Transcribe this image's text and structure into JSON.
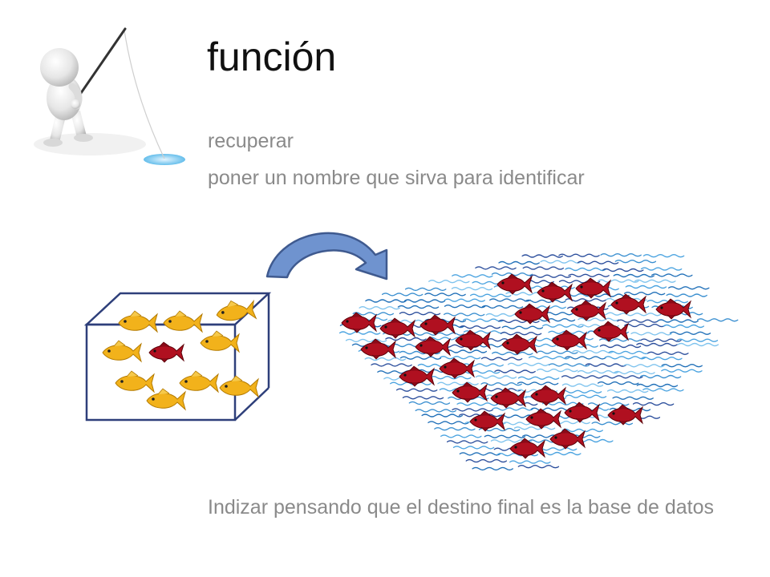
{
  "slide": {
    "title": "función",
    "subtitle_lines": [
      "recuperar",
      "poner un nombre que sirva para identificar"
    ],
    "bottom_text": "Indizar pensando que el destino final es la base de datos"
  },
  "colors": {
    "title": "#111111",
    "body_text": "#8a8a8a",
    "box_stroke": "#2e3f7a",
    "arrow_fill": "#6f93cf",
    "arrow_stroke": "#3f5a8f",
    "gold_fish": "#f2b21b",
    "red_fish": "#b01020",
    "water": "#3a8fd0"
  },
  "icons": [
    "fisherman-figure-icon",
    "aquarium-box-icon",
    "curved-arrow-icon",
    "gold-fish-icon",
    "red-fish-icon",
    "water-waves-icon"
  ]
}
